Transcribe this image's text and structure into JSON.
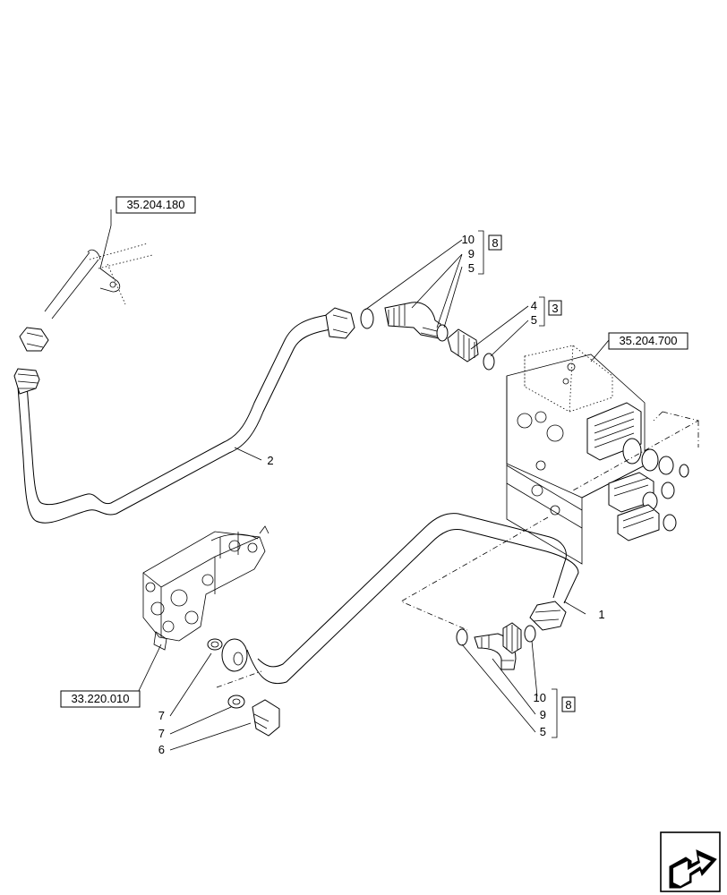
{
  "refs": {
    "ref_top_left": "35.204.180",
    "ref_right": "35.204.700",
    "ref_bottom_left": "33.220.010"
  },
  "callouts": {
    "c10_top": "10",
    "c9_top": "9",
    "c5_top": "5",
    "kit8_top": "8",
    "c4": "4",
    "c5_mid": "5",
    "kit3": "3",
    "c2": "2",
    "c1": "1",
    "c10_bot": "10",
    "c9_bot": "9",
    "c5_bot": "5",
    "kit8_bot": "8",
    "c7a": "7",
    "c7b": "7",
    "c6": "6"
  },
  "icons": {
    "nav": "next-page-arrow-icon"
  }
}
